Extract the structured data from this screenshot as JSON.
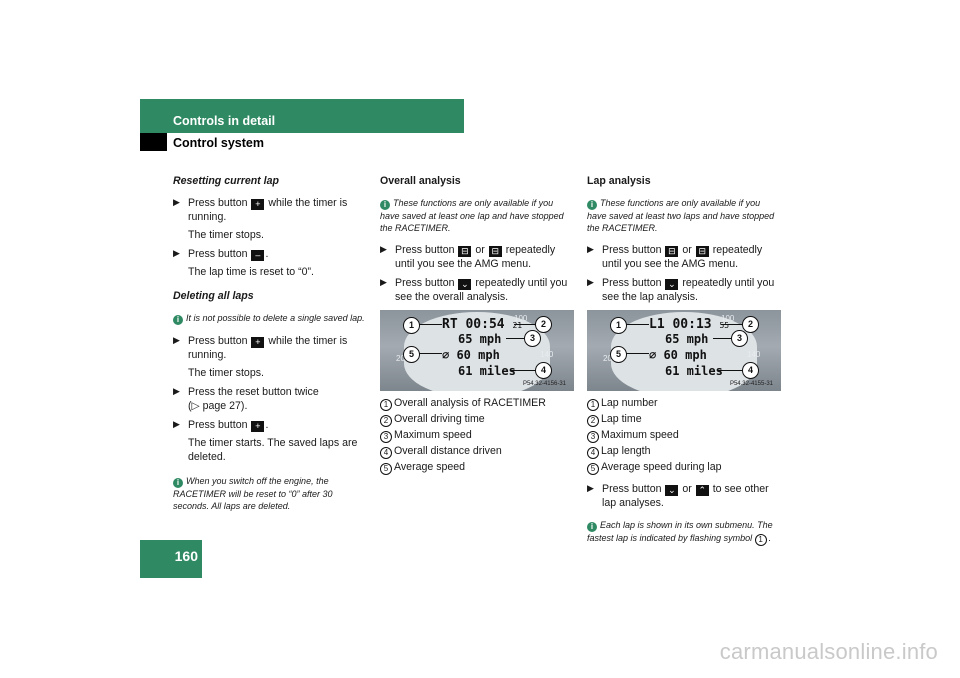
{
  "header": {
    "section": "Controls in detail",
    "subsection": "Control system",
    "page_number": "160"
  },
  "col1": {
    "resetting": {
      "heading": "Resetting current lap",
      "step1_pre": "Press button",
      "step1_btn": "+",
      "step1_post": "while the timer is running.",
      "step1_result": "The timer stops.",
      "step2_pre": "Press button",
      "step2_btn": "–",
      "step2_post": ".",
      "step2_result": "The lap time is reset to “0”."
    },
    "deleting": {
      "heading": "Deleting all laps",
      "info": "It is not possible to delete a single saved lap.",
      "step1_pre": "Press button",
      "step1_btn": "+",
      "step1_post": "while the timer is running.",
      "step1_result": "The timer stops.",
      "step2_text": "Press the reset button twice",
      "step2_ref": "(▷ page 27).",
      "step3_pre": "Press button",
      "step3_btn": "+",
      "step3_post": ".",
      "step3_result": "The timer starts. The saved laps are deleted."
    },
    "info2": "When you switch off the engine, the RACETIMER will be reset to “0” after 30 seconds. All laps are deleted."
  },
  "col2": {
    "heading": "Overall analysis",
    "info": "These functions are only available if you have saved at least one lap and have stopped the RACETIMER.",
    "step1_pre": "Press button",
    "step1_btn_a": "⊟",
    "step1_or": "or",
    "step1_btn_b": "⊟",
    "step1_post": "repeatedly until you see the AMG menu.",
    "step2_pre": "Press button",
    "step2_btn": "⌄",
    "step2_post": "repeatedly until you see the overall analysis.",
    "display": {
      "line1": "RT 00:54",
      "line1_small": "21",
      "line2": "65 mph",
      "line3": "∅ 60 mph",
      "line4": "61 miles",
      "code": "P54.32-4156-31",
      "scale_a": "100",
      "scale_b": "140",
      "scale_c": "20"
    },
    "legend": [
      {
        "n": "1",
        "text": "Overall analysis of RACETIMER"
      },
      {
        "n": "2",
        "text": "Overall driving time"
      },
      {
        "n": "3",
        "text": "Maximum speed"
      },
      {
        "n": "4",
        "text": "Overall distance driven"
      },
      {
        "n": "5",
        "text": "Average speed"
      }
    ]
  },
  "col3": {
    "heading": "Lap analysis",
    "info": "These functions are only available if you have saved at least two laps and have stopped the RACETIMER.",
    "step1_pre": "Press button",
    "step1_btn_a": "⊟",
    "step1_or": "or",
    "step1_btn_b": "⊟",
    "step1_post": "repeatedly until you see the AMG menu.",
    "step2_pre": "Press button",
    "step2_btn": "⌄",
    "step2_post": "repeatedly until you see the lap analysis.",
    "display": {
      "line1": "L1  00:13",
      "line1_small": "55",
      "line2": "65 mph",
      "line3": "∅ 60 mph",
      "line4": "61 miles",
      "code": "P54.32-4155-31",
      "scale_a": "100",
      "scale_b": "140",
      "scale_c": "20"
    },
    "legend": [
      {
        "n": "1",
        "text": "Lap number"
      },
      {
        "n": "2",
        "text": "Lap time"
      },
      {
        "n": "3",
        "text": "Maximum speed"
      },
      {
        "n": "4",
        "text": "Lap length"
      },
      {
        "n": "5",
        "text": "Average speed during lap"
      }
    ],
    "step3_pre": "Press button",
    "step3_btn_a": "⌄",
    "step3_or": "or",
    "step3_btn_b": "⌃",
    "step3_post": "to see other lap analyses.",
    "info2_pre": "Each lap is shown in its own submenu. The fastest lap is indicated by flashing symbol",
    "info2_num": "1",
    "info2_post": "."
  },
  "callouts": [
    "1",
    "2",
    "3",
    "4",
    "5"
  ],
  "watermark": "carmanualsonline.info",
  "info_icon": "i",
  "arrow": "▶"
}
